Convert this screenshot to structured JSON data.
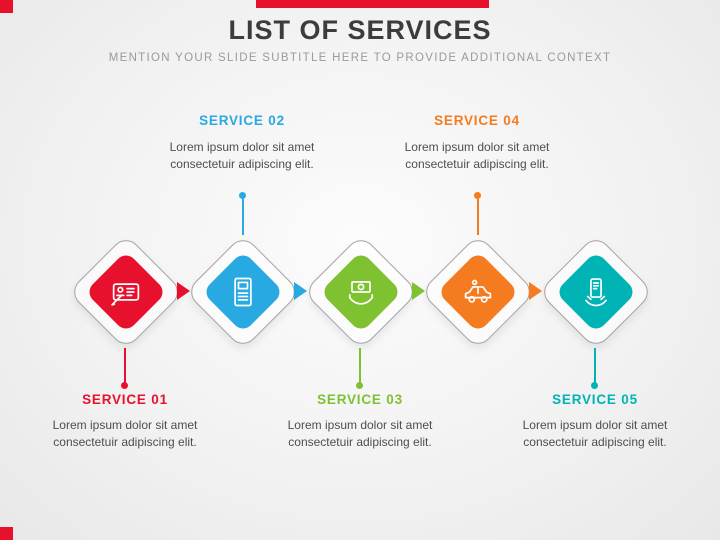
{
  "slide": {
    "title": "LIST OF SERVICES",
    "subtitle": "MENTION YOUR SLIDE SUBTITLE HERE TO PROVIDE ADDITIONAL CONTEXT"
  },
  "accents": {
    "top_bar_color": "#e8112d",
    "corner_square_color": "#e8112d",
    "outer_diamond_border": "#a3a3a3",
    "body_text_color": "#4e4e4e"
  },
  "services": [
    {
      "label": "SERVICE 01",
      "description": "Lorem ipsum dolor sit amet consectetuir adipiscing elit.",
      "color": "#e8112d",
      "icon": "id-card-icon",
      "label_position": "bottom"
    },
    {
      "label": "SERVICE 02",
      "description": "Lorem ipsum dolor sit amet consectetuir adipiscing elit.",
      "color": "#29a9e1",
      "icon": "atm-machine-icon",
      "label_position": "top"
    },
    {
      "label": "SERVICE 03",
      "description": "Lorem ipsum dolor sit amet consectetuir adipiscing elit.",
      "color": "#7ec131",
      "icon": "money-hands-icon",
      "label_position": "bottom"
    },
    {
      "label": "SERVICE 04",
      "description": "Lorem ipsum dolor sit amet consectetuir adipiscing elit.",
      "color": "#f47b20",
      "icon": "car-service-icon",
      "label_position": "top"
    },
    {
      "label": "SERVICE 05",
      "description": "Lorem ipsum dolor sit amet consectetuir adipiscing elit.",
      "color": "#00b3b5",
      "icon": "device-hands-icon",
      "label_position": "bottom"
    }
  ]
}
